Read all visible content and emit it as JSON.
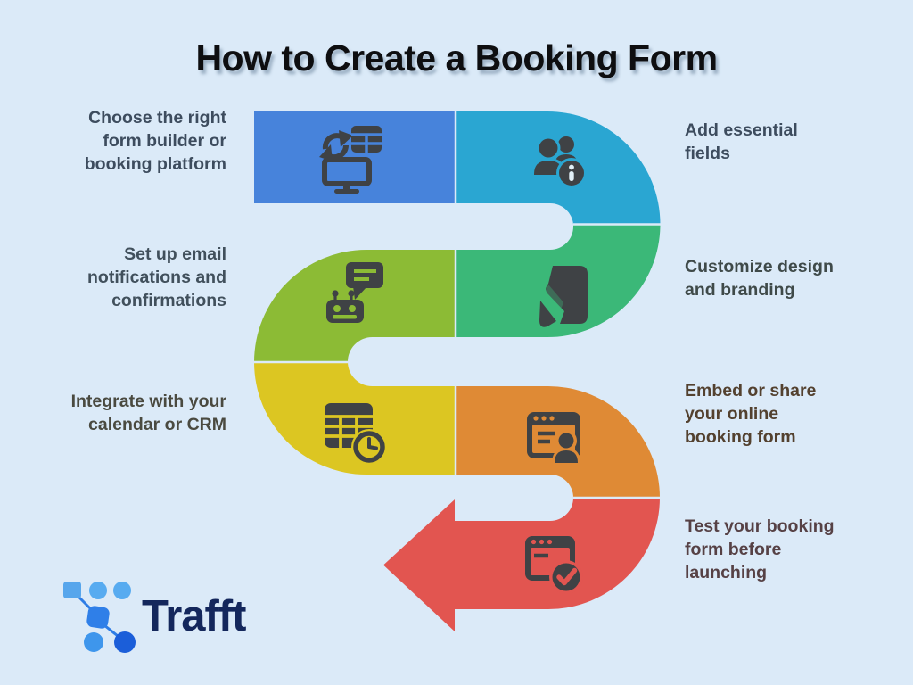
{
  "title": "How to Create a Booking Form",
  "colors": {
    "background": "#dbeaf8",
    "icon_dark": "#3f4245",
    "title_text": "#0e0e10",
    "separator": "#dbeaf8"
  },
  "steps": [
    {
      "id": 1,
      "label": "Choose the right\nform builder or\nbooking platform",
      "side": "left",
      "segment_color": "#4783db",
      "icon": "monitor-sync-form-icon",
      "label_color": "#3d4c5e"
    },
    {
      "id": 2,
      "label": "Add essential\nfields",
      "side": "right",
      "segment_color": "#2aa6d2",
      "icon": "users-info-icon",
      "label_color": "#3d4c5e"
    },
    {
      "id": 3,
      "label": "Set up email\nnotifications and\nconfirmations",
      "side": "left",
      "segment_color": "#8cbb35",
      "icon": "chatbot-message-icon",
      "label_color": "#41505c"
    },
    {
      "id": 4,
      "label": "Customize design\nand branding",
      "side": "right",
      "segment_color": "#3bb878",
      "icon": "design-tool-icon",
      "label_color": "#3f4a49"
    },
    {
      "id": 5,
      "label": "Integrate with your\ncalendar or CRM",
      "side": "left",
      "segment_color": "#dcc622",
      "icon": "calendar-clock-icon",
      "label_color": "#4a4a40"
    },
    {
      "id": 6,
      "label": "Embed or share\nyour online\nbooking form",
      "side": "right",
      "segment_color": "#df8a35",
      "icon": "browser-user-icon",
      "label_color": "#53412f"
    },
    {
      "id": 7,
      "label": "Test your booking\nform before\nlaunching",
      "side": "right",
      "segment_color": "#e25550",
      "icon": "browser-check-icon",
      "label_color": "#564145"
    }
  ],
  "logo": {
    "text": "Trafft",
    "color": "#14275c"
  }
}
